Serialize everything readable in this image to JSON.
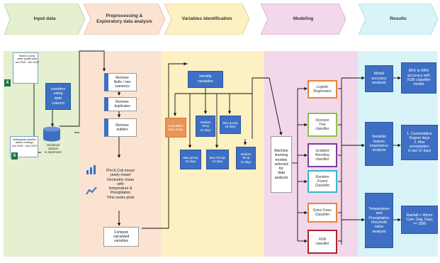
{
  "stages": [
    {
      "label": "Input data",
      "color": "#e4f0cf"
    },
    {
      "label": "Preprocessing &\nExploratory data analysis",
      "color": "#fbe3d1"
    },
    {
      "label": "Variables identification",
      "color": "#fdf0c2"
    },
    {
      "label": "Modeling",
      "color": "#f3d7ea"
    },
    {
      "label": "Results",
      "color": "#d9f4f8"
    }
  ],
  "input": {
    "doc1": "Marion county\nwater quality data\nJan 2005 – Nov 2023",
    "doc2": "Indianapolis weather\nstation readings\nNov 2005 – Nov 2023",
    "combine": "combine\nusing\ndate\ncolumn",
    "combined": "combined\ndataset\nin dataframe"
  },
  "prep": {
    "nulls": "Remove\nNulls / non\nnumerics",
    "dups": "Remove\nduplicates",
    "outliers": "Remove\noutliers",
    "plot": "Plot E.Coli mean/\nyearly mean/\nGeometric mean\nwith\ntemperature &\nPrecipitation\nTime series plots",
    "compute": "Compute\ncalculated\nvariables"
  },
  "vars": {
    "identify": "Identify\nvariables",
    "cumulative": "Cumulative\nDeg. Days",
    "median10": "Median\nTemp\n10 days",
    "maxprecip15": "Max precip\n15 days",
    "maxprecip10": "Max precip\n10 days",
    "maxprecipi10": "Max Precipi\n10 days",
    "median15": "Median\nTemp\n15 days"
  },
  "modeling": {
    "ml": "Machine\nlearning\nmodels\nselected\nfor\ndata\nanalysis",
    "classifiers": [
      {
        "label": "Logistic\nRegression",
        "color": "#e8833a"
      },
      {
        "label": "Decision\nTree\nclassifier",
        "color": "#8cc34a"
      },
      {
        "label": "Gradient\nBoosting\nclassifier",
        "color": "#7a3d99"
      },
      {
        "label": "Random\nForest\nClassifier",
        "color": "#34b8c6"
      },
      {
        "label": "Extra Trees\nClassifier",
        "color": "#e8833a"
      },
      {
        "label": "XGB\nclassifier",
        "color": "#b0242e"
      }
    ]
  },
  "results": {
    "accuracy": "Model\naccuracy\nanalysis",
    "accuracy_out": "85% to 89%\naccuracy with\nXGB classifier\nmodel",
    "feature": "Variable/\nfeature\nimportance\nanalysis",
    "feature_out": "1. Cummulative\nDegree days\n2. Max\nprecipitation\nin last 10 days",
    "threshold": "Temperature\nand\nPrecipitation\nthreshold\nvalue\nanalysis",
    "threshold_out": "Rainfall < 40mm\nCum. Deg. Days\n>= 1895"
  },
  "colors": {
    "blue": "#3d6fc4",
    "orange_box": "#e8955a",
    "excel": "#1e7145"
  }
}
